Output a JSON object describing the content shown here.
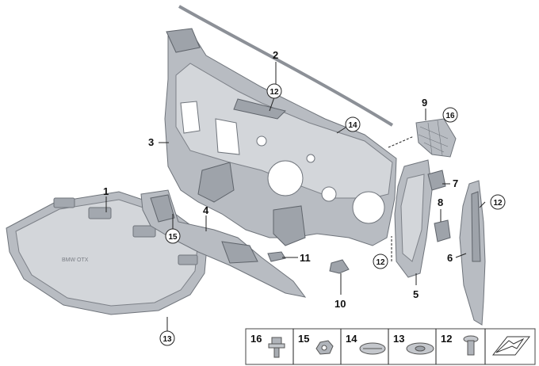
{
  "callouts": {
    "c1": "1",
    "c2": "2",
    "c3": "3",
    "c4": "4",
    "c5": "5",
    "c6": "6",
    "c7": "7",
    "c8": "8",
    "c9": "9",
    "c10": "10",
    "c11": "11",
    "c12a": "12",
    "c12b": "12",
    "c12c": "12",
    "c13": "13",
    "c14": "14",
    "c15": "15",
    "c16": "16"
  },
  "legend": {
    "items": [
      {
        "num": "16"
      },
      {
        "num": "15"
      },
      {
        "num": "14"
      },
      {
        "num": "13"
      },
      {
        "num": "12"
      }
    ]
  },
  "colors": {
    "part": "#b8bcc2",
    "line": "#222222"
  },
  "icons": {
    "legend_last": "arrow-icon"
  }
}
